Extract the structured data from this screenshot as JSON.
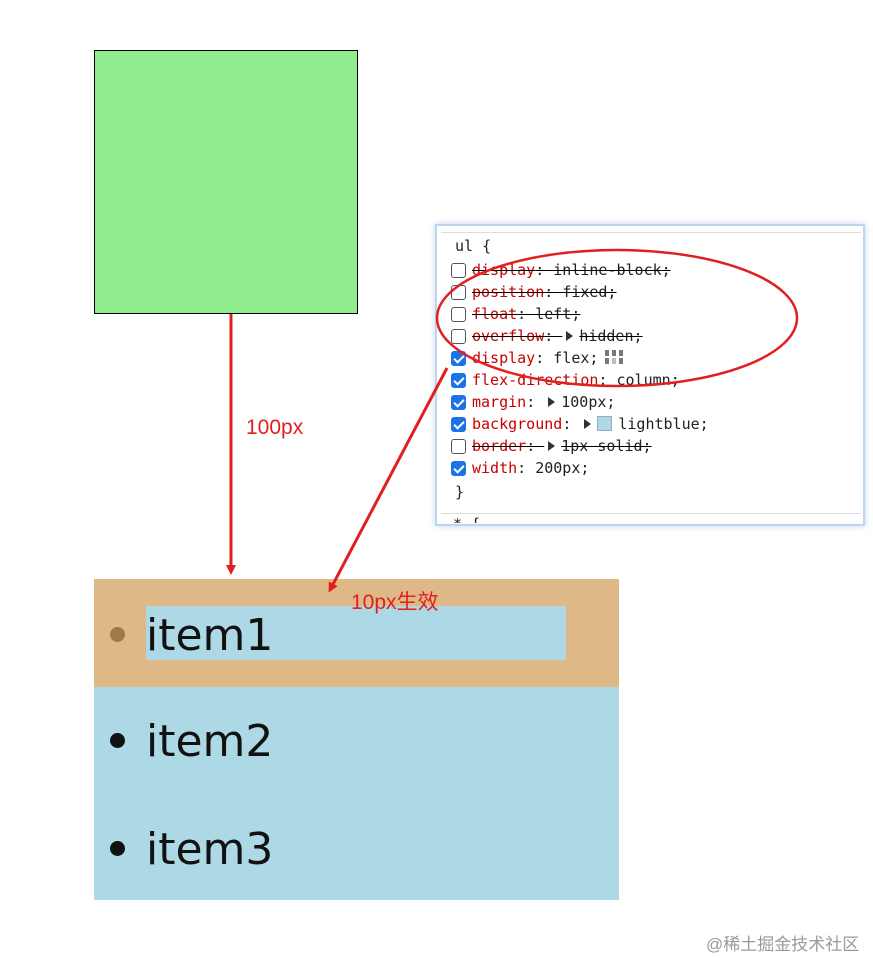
{
  "annotations": {
    "margin_label": "100px",
    "effect_label": "10px生效"
  },
  "list": {
    "items": [
      "item1",
      "item2",
      "item3"
    ],
    "bullet_color_first": "#a0784a",
    "bullet_color_rest": "#111111"
  },
  "devtools": {
    "selector_open": "ul {",
    "close_brace": "}",
    "next_rule": "* {",
    "rules": [
      {
        "prop": "display",
        "value": "inline-block",
        "checked": false
      },
      {
        "prop": "position",
        "value": "fixed",
        "checked": false
      },
      {
        "prop": "float",
        "value": "left",
        "checked": false
      },
      {
        "prop": "overflow",
        "value": "hidden",
        "checked": false
      },
      {
        "prop": "display",
        "value": "flex",
        "checked": true
      },
      {
        "prop": "flex-direction",
        "value": "column",
        "checked": true
      },
      {
        "prop": "margin",
        "value": "100px",
        "checked": true
      },
      {
        "prop": "background",
        "value": "lightblue",
        "checked": true
      },
      {
        "prop": "border",
        "value": "1px solid",
        "checked": false
      },
      {
        "prop": "width",
        "value": "200px",
        "checked": true
      }
    ]
  },
  "watermark": "@稀土掘金技术社区",
  "colors": {
    "green_box": "#90ee90",
    "list_bg": "#add8e6",
    "first_item_bg": "#deb887",
    "annotation_red": "#e02020"
  }
}
